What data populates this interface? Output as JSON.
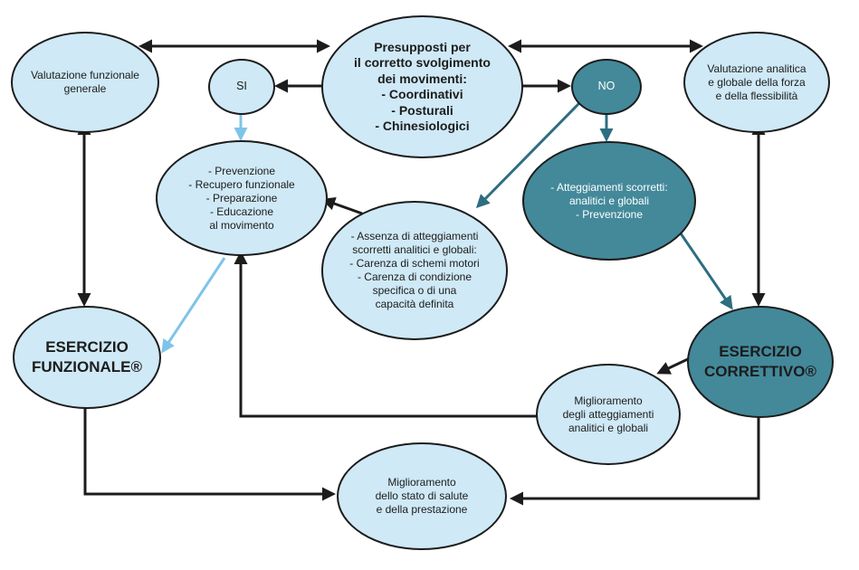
{
  "nodes": {
    "presupposti": {
      "heading": [
        "Presupposti per",
        "il corretto svolgimento",
        "dei movimenti:"
      ],
      "items": [
        "- Coordinativi",
        "- Posturali",
        "- Chinesiologici"
      ]
    },
    "valutazione_funzionale": {
      "lines": [
        "Valutazione funzionale",
        "generale"
      ]
    },
    "valutazione_analitica": {
      "lines": [
        "Valutazione analitica",
        "e globale della forza",
        "e della flessibilità"
      ]
    },
    "si": {
      "label": "SI"
    },
    "no": {
      "label": "NO"
    },
    "prevenzione": {
      "lines": [
        "- Prevenzione",
        "- Recupero funzionale",
        "- Preparazione",
        "- Educazione",
        "al movimento"
      ]
    },
    "assenza": {
      "lines": [
        "- Assenza di atteggiamenti",
        "scorretti analitici e globali:",
        "- Carenza di schemi motori",
        "- Carenza di condizione",
        "specifica o di una",
        "capacità definita"
      ]
    },
    "atteggiamenti": {
      "lines": [
        "- Atteggiamenti scorretti:",
        "analitici e globali",
        "- Prevenzione"
      ]
    },
    "esercizio_funzionale": {
      "lines": [
        "ESERCIZIO",
        "FUNZIONALE®"
      ]
    },
    "esercizio_correttivo": {
      "lines": [
        "ESERCIZIO",
        "CORRETTIVO®"
      ]
    },
    "miglioramento_atteggiamenti": {
      "lines": [
        "Miglioramento",
        "degli atteggiamenti",
        "analitici e globali"
      ]
    },
    "miglioramento_salute": {
      "lines": [
        "Miglioramento",
        "dello stato di salute",
        "e della prestazione"
      ]
    }
  },
  "colors": {
    "light_fill": "#cfe9f6",
    "dark_fill": "#43899a",
    "outline": "#1c1c1c",
    "arrow_dark": "#1c1c1c",
    "arrow_teal": "#2d6e80",
    "arrow_light": "#7ec4e8"
  }
}
